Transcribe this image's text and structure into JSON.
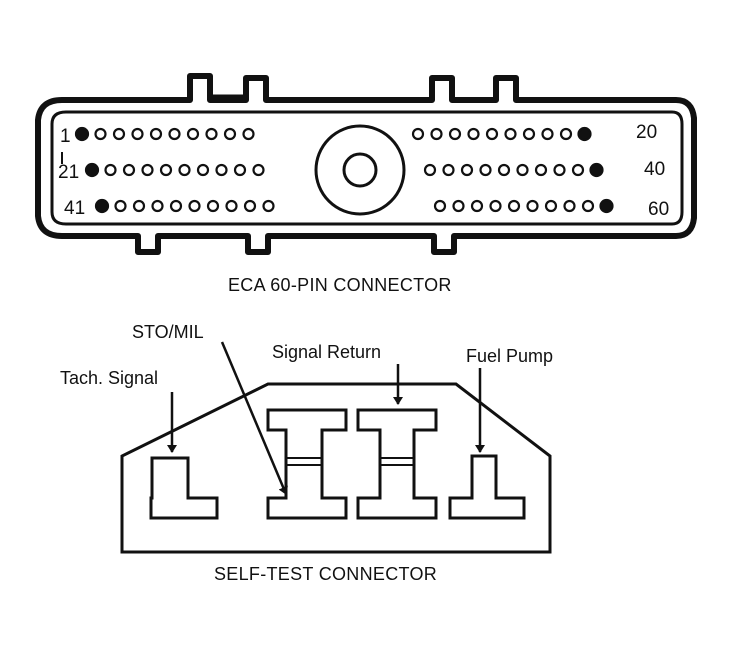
{
  "eca_connector": {
    "caption": "ECA 60-PIN CONNECTOR",
    "pin_labels": {
      "p1": "1",
      "p20": "20",
      "p21": "21",
      "p40": "40",
      "p41": "41",
      "p60": "60"
    },
    "rows": [
      {
        "row": 1,
        "first_pin": 1,
        "last_pin": 20,
        "left_count": 10,
        "right_count": 10
      },
      {
        "row": 2,
        "first_pin": 21,
        "last_pin": 40,
        "left_count": 10,
        "right_count": 10
      },
      {
        "row": 3,
        "first_pin": 41,
        "last_pin": 60,
        "left_count": 10,
        "right_count": 10
      }
    ],
    "filled_pins": [
      1,
      20,
      21,
      40,
      41,
      60
    ]
  },
  "self_test_connector": {
    "caption": "SELF-TEST CONNECTOR",
    "terminals": {
      "tach_signal": "Tach. Signal",
      "sto_mil": "STO/MIL",
      "signal_return": "Signal Return",
      "fuel_pump": "Fuel Pump"
    }
  },
  "colors": {
    "line": "#111111",
    "background": "#ffffff"
  }
}
